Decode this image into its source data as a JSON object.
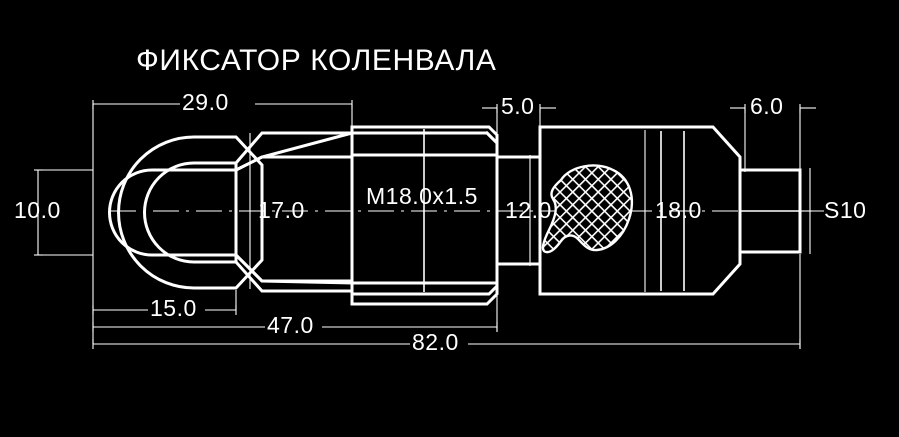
{
  "drawing": {
    "title": "ФИКСАТОР КОЛЕНВАЛА",
    "background_color": "#000000",
    "line_color": "#ffffff"
  },
  "dimensions": {
    "top_29": "29.0",
    "top_5": "5.0",
    "top_6": "6.0",
    "left_10": "10.0",
    "mid_17": "17.0",
    "thread": "M18.0x1.5",
    "neck_12": "12.0",
    "block_18": "18.0",
    "hex_s10": "S10",
    "bottom_15": "15.0",
    "bottom_47": "47.0",
    "bottom_82": "82.0"
  },
  "icons": {
    "section_hatch": "crosshatch-kidney-section-icon",
    "axis": "centerline-icon"
  }
}
